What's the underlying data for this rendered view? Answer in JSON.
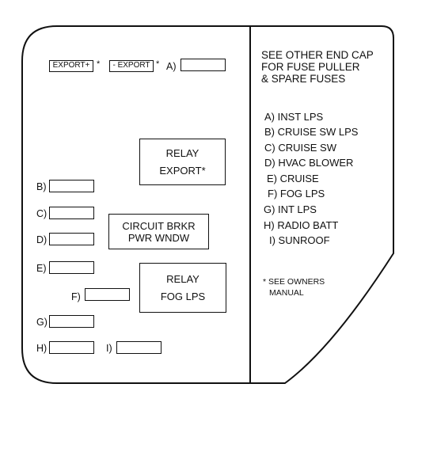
{
  "export_tags": {
    "plus": "EXPORT+",
    "minus": "- EXPORT",
    "star": "*"
  },
  "slots": {
    "A": "A)",
    "B": "B)",
    "C": "C)",
    "D": "D)",
    "E": "E)",
    "F": "F)",
    "G": "G)",
    "H": "H)",
    "I": "I)"
  },
  "relay_export": {
    "line1": "RELAY",
    "line2": "EXPORT*"
  },
  "circuit_breaker": {
    "line1": "CIRCUIT BRKR",
    "line2": "PWR WNDW"
  },
  "relay_fog": {
    "line1": "RELAY",
    "line2": "FOG LPS"
  },
  "side_note": {
    "line1": "SEE OTHER END CAP",
    "line2": "FOR FUSE PULLER",
    "line3": "& SPARE FUSES"
  },
  "legend": [
    "A) INST LPS",
    "B) CRUISE SW LPS",
    "C) CRUISE SW",
    "D) HVAC BLOWER",
    "E) CRUISE",
    "F) FOG LPS",
    "G) INT LPS",
    "H) RADIO BATT",
    "I) SUNROOF"
  ],
  "owners_note": {
    "line1": "* SEE OWNERS",
    "line2": "MANUAL"
  }
}
